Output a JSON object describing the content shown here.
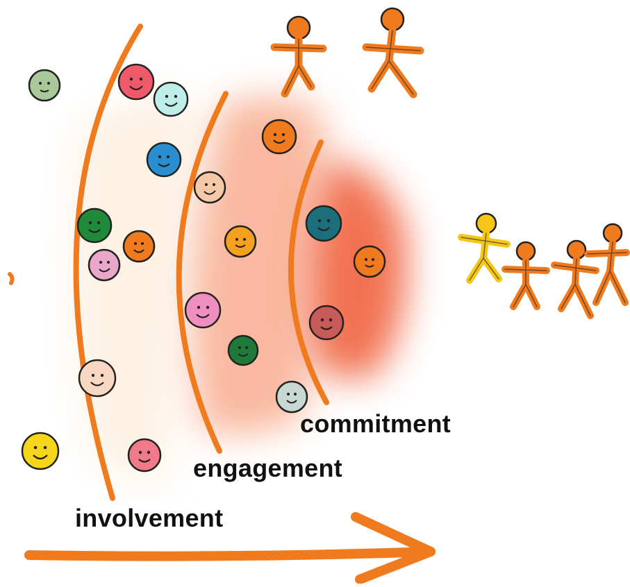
{
  "labels": {
    "commitment": "commitment",
    "engagement": "engagement",
    "involvement": "involvement"
  },
  "colors": {
    "arc": "#f07a1e",
    "arrow": "#f07a1e",
    "figure_orange": "#f07a1e",
    "figure_yellow": "#f5c518",
    "inner_zone": "#f26a3f",
    "middle_zone": "#f7a17f",
    "outer_zone": "#fbe3c8"
  }
}
